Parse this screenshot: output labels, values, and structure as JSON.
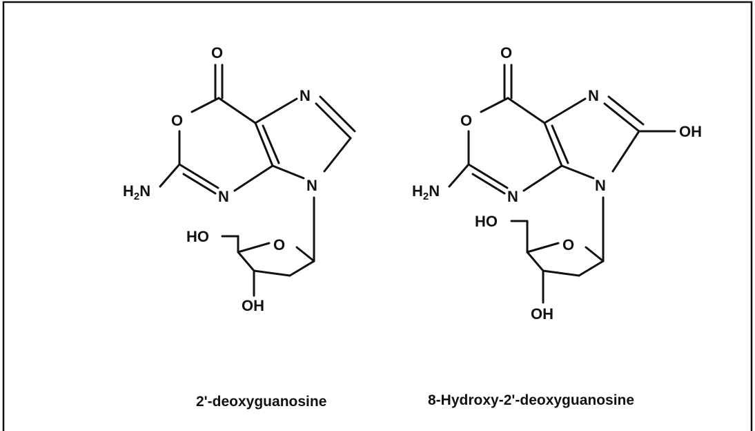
{
  "molecules": [
    {
      "caption": "2'-deoxyguanosine",
      "atoms": {
        "carbonyl_o": "O",
        "ring_o": "O",
        "imine_n7": "N",
        "ring_n9": "N",
        "ring_n3": "N",
        "amine_h": "H",
        "amine_sub": "2",
        "amine_n": "N",
        "sugar_o": "O",
        "ho_5": "HO",
        "oh_3": "OH"
      }
    },
    {
      "caption": "8-Hydroxy-2'-deoxyguanosine",
      "atoms": {
        "carbonyl_o": "O",
        "ring_o": "O",
        "imine_n7": "N",
        "ring_n9": "N",
        "ring_n3": "N",
        "amine_h": "H",
        "amine_sub": "2",
        "amine_n": "N",
        "sugar_o": "O",
        "ho_5": "HO",
        "oh_3": "OH",
        "oh_8": "OH"
      }
    }
  ],
  "colors": {
    "ink": "#111111",
    "frame": "#111111",
    "background": "#ffffff"
  }
}
